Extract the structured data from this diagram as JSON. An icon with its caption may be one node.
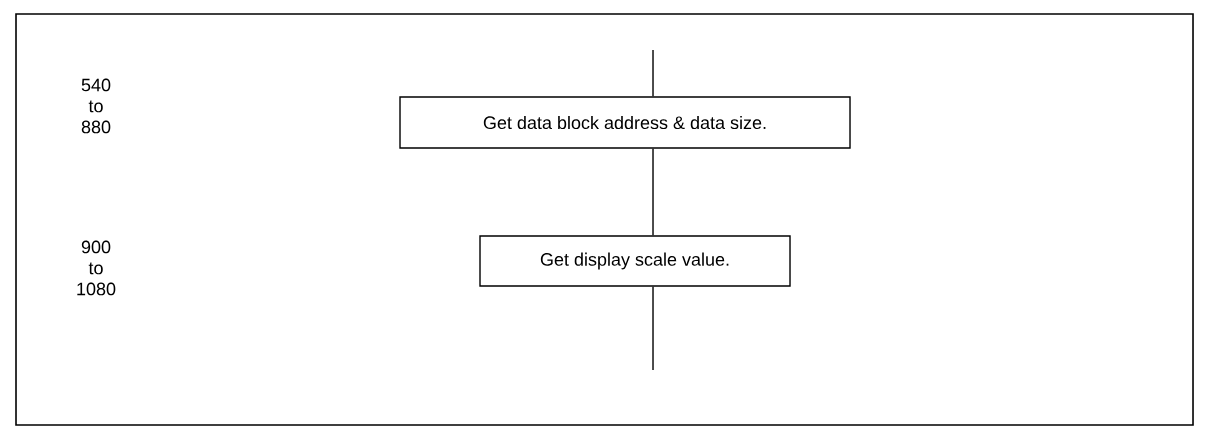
{
  "diagram": {
    "nodes": [
      {
        "text": [
          "Get data block address & data size."
        ]
      },
      {
        "text": [
          "Get display scale value."
        ]
      }
    ],
    "edges": [
      {
        "from": null,
        "to": 0,
        "arrow": "none"
      },
      {
        "from": 0,
        "to": 1,
        "arrow": "none"
      },
      {
        "from": 1,
        "to": null,
        "arrow": "none"
      }
    ],
    "labels": [
      "540 to 880",
      "900 to 1080"
    ]
  }
}
